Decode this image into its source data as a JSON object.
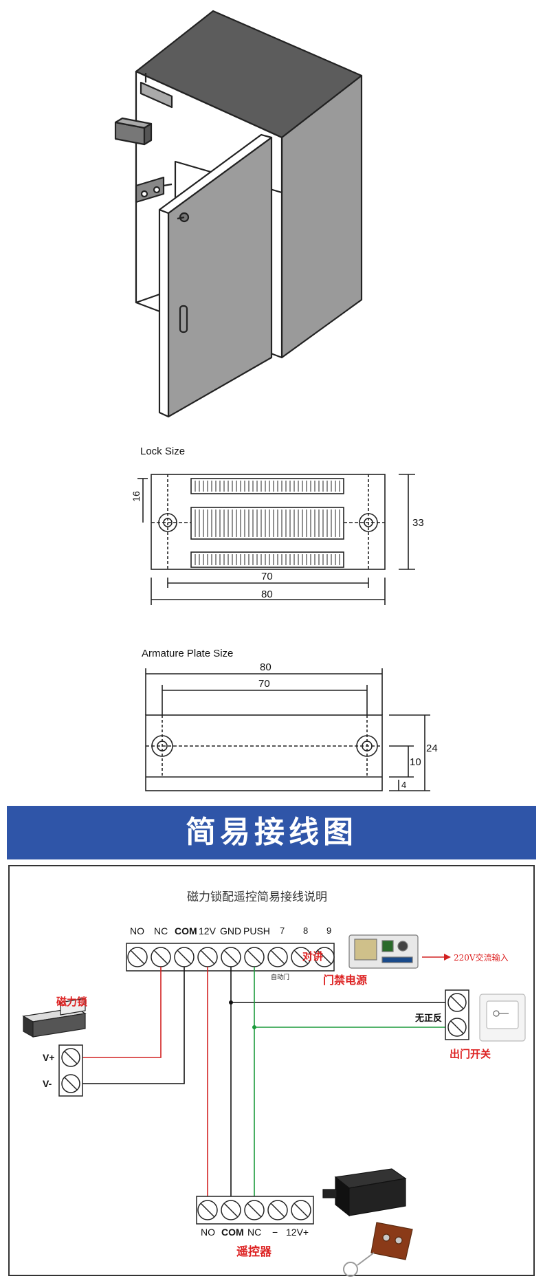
{
  "lock_size": {
    "title": "Lock Size",
    "dims": {
      "height_small": "16",
      "height_total": "33",
      "inner_width": "70",
      "outer_width": "80"
    }
  },
  "armature_size": {
    "title": "Armature Plate Size",
    "dims": {
      "outer_width": "80",
      "inner_width": "70",
      "height_total": "24",
      "hole_height": "10",
      "base": "4"
    }
  },
  "banner": {
    "title": "简易接线图"
  },
  "wiring": {
    "subtitle": "磁力锁配遥控简易接线说明",
    "controller_terminals": [
      "NO",
      "NC",
      "COM",
      "12V",
      "GND",
      "PUSH",
      "7",
      "8",
      "9"
    ],
    "intercom_label": "对讲",
    "auto_door_label": "自动门",
    "power_label": "门禁电源",
    "ac_input_label": "220V交流输入",
    "maglock_label": "磁力锁",
    "maglock_terminals": [
      "V+",
      "V-"
    ],
    "exit_switch_label": "出门开关",
    "no_polarity_label": "无正反",
    "remote_terminals": [
      "NO",
      "COM",
      "NC",
      "−",
      "12V+"
    ],
    "remote_label": "遥控器"
  },
  "colors": {
    "banner": "#2f55a8",
    "red_wire": "#d22222",
    "green_wire": "#1a9a3a",
    "black_wire": "#111111",
    "label_red": "#dd2222"
  }
}
